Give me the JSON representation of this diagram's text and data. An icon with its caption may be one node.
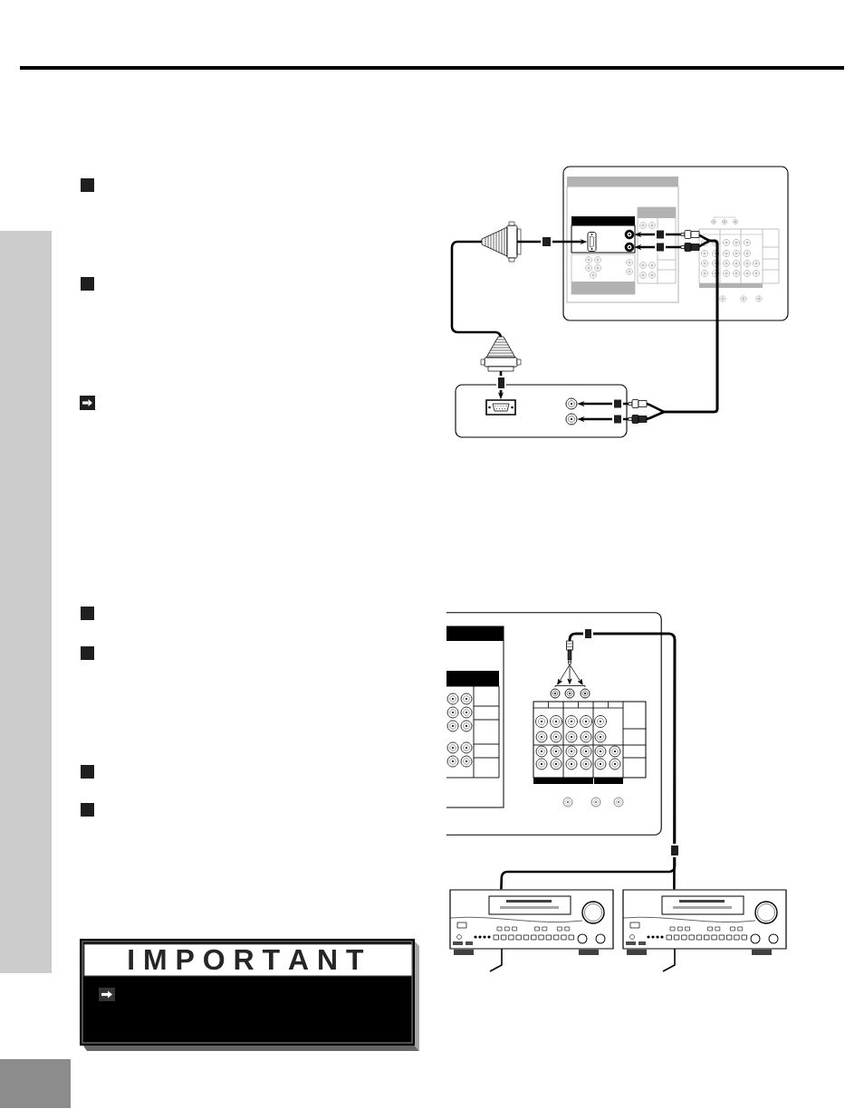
{
  "diagram": {
    "nodes": [
      {
        "text": [],
        "shape": "box"
      },
      {
        "text": [],
        "shape": "box",
        "in": 0
      },
      {
        "text": [],
        "shape": "circle",
        "in": 0
      },
      {
        "text": [],
        "shape": "circle",
        "in": 0
      },
      {
        "text": [],
        "shape": "box"
      },
      {
        "text": [],
        "shape": "box",
        "in": 4
      },
      {
        "text": [],
        "shape": "circle",
        "in": 4
      },
      {
        "text": [],
        "shape": "circle",
        "in": 4
      },
      {
        "text": [],
        "shape": "box"
      },
      {
        "text": [],
        "shape": "picture",
        "in": 8
      },
      {
        "text": [],
        "shape": "circle",
        "in": 8
      },
      {
        "text": [],
        "shape": "circle",
        "in": 8
      },
      {
        "text": [],
        "shape": "circle",
        "in": 8
      },
      {
        "text": [],
        "shape": "picture"
      },
      {
        "text": [],
        "shape": "picture"
      },
      {
        "text": [
          "I M P O R T A N T"
        ]
      },
      {
        "text": [],
        "shape": "bar"
      }
    ],
    "edges": [
      {
        "from": 5,
        "to": 1,
        "arrow": "both"
      },
      {
        "from": 6,
        "to": 2,
        "arrow": "both"
      },
      {
        "from": 7,
        "to": 3,
        "arrow": "both"
      },
      {
        "from": 9,
        "to": 10,
        "arrow": "to"
      },
      {
        "from": 9,
        "to": 11,
        "arrow": "to"
      },
      {
        "from": 9,
        "to": 12,
        "arrow": "to"
      },
      {
        "from": 9,
        "to": 13,
        "arrow": "none"
      },
      {
        "from": 9,
        "to": 14,
        "arrow": "none"
      }
    ]
  }
}
